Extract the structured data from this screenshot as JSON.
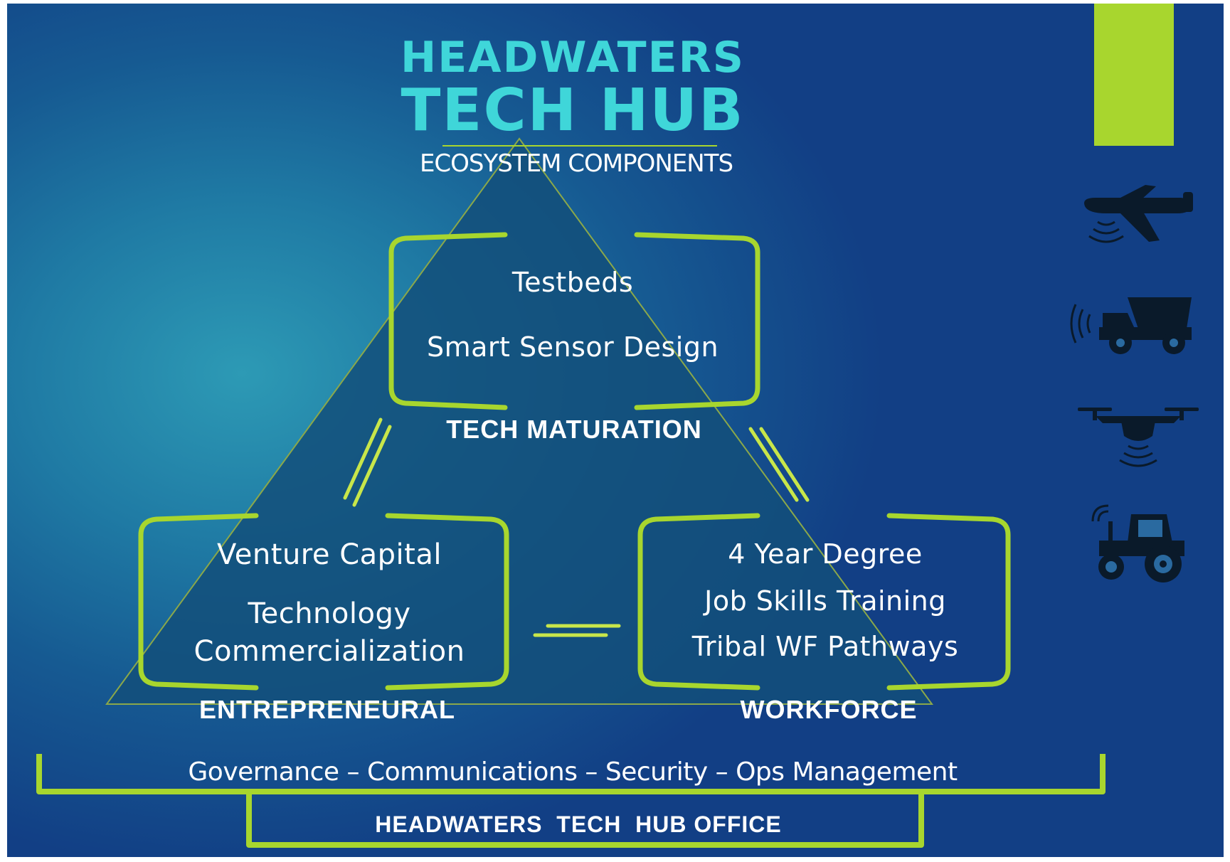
{
  "title": {
    "line1": "HEADWATERS",
    "line2": "TECH HUB",
    "subtitle": "ECOSYSTEM COMPONENTS"
  },
  "components": {
    "tech_maturation": {
      "label": "TECH MATURATION",
      "items": [
        "Testbeds",
        "Smart Sensor Design"
      ]
    },
    "entrepreneural": {
      "label": "ENTREPRENEURAL",
      "items": [
        "Venture Capital",
        "Technology",
        "Commercialization"
      ]
    },
    "workforce": {
      "label": "WORKFORCE",
      "items": [
        "4 Year Degree",
        "Job Skills Training",
        "Tribal WF Pathways"
      ]
    }
  },
  "foundation": {
    "text": "Governance – Communications – Security – Ops Management",
    "office": "HEADWATERS  TECH  HUB OFFICE"
  },
  "icons": [
    "airplane-sensor-icon",
    "dump-truck-sensor-icon",
    "drone-sensor-icon",
    "tractor-sensor-icon"
  ],
  "colors": {
    "accent_green": "#a8d62e",
    "title_cyan": "#3fd6d9",
    "background_blue": "#165a92",
    "triangle_fill": "#134f7a"
  }
}
